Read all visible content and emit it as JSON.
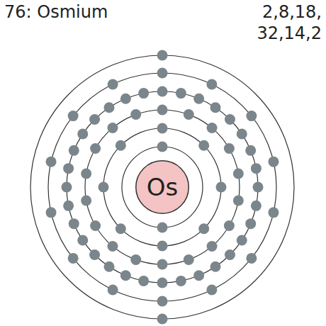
{
  "diagram": {
    "nodes": [
      {
        "text": [
          "Os"
        ]
      }
    ],
    "labels": [
      "76: Osmium",
      "2,8,18, 32,14,2"
    ]
  }
}
